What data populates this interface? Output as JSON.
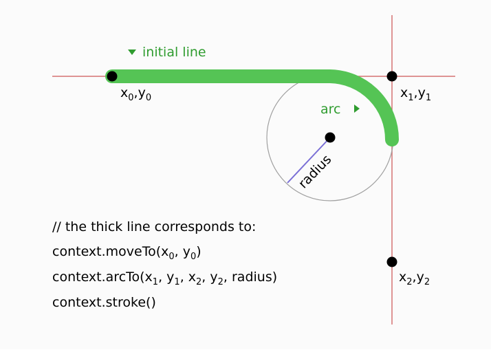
{
  "colors": {
    "guide_line": "#d47272",
    "thick_line": "#55c455",
    "label_green": "#2f9c2f",
    "radius_line": "#7a6fd6",
    "circle_stroke": "#a0a0a0",
    "point": "#000000"
  },
  "labels": {
    "initial_line": "initial line",
    "arc": "arc",
    "radius": "radius",
    "p0": {
      "x": "x",
      "x_sub": "0",
      "sep": ",",
      "y": "y",
      "y_sub": "0"
    },
    "p1": {
      "x": "x",
      "x_sub": "1",
      "sep": ",",
      "y": "y",
      "y_sub": "1"
    },
    "p2": {
      "x": "x",
      "x_sub": "2",
      "sep": ",",
      "y": "y",
      "y_sub": "2"
    }
  },
  "code": {
    "comment": "// the thick line corresponds to:",
    "move_to": {
      "prefix": "context.moveTo(x",
      "s1": "0",
      "mid": ", y",
      "s2": "0",
      "suffix": ")"
    },
    "arc_to": {
      "prefix": "context.arcTo(x",
      "s1": "1",
      "p2": ", y",
      "s2": "1",
      "p3": ", x",
      "s3": "2",
      "p4": ", y",
      "s4": "2",
      "suffix": ", radius)"
    },
    "stroke": "context.stroke()"
  }
}
